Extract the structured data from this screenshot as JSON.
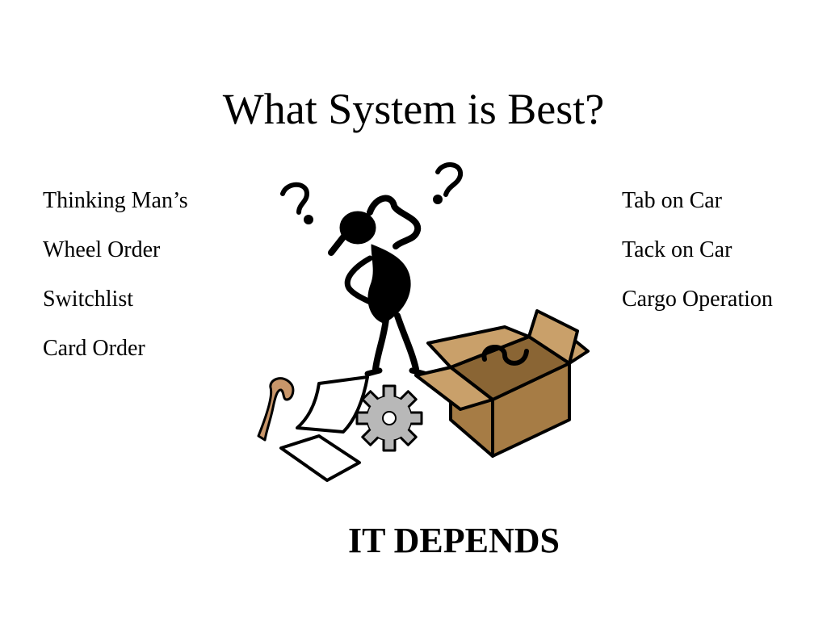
{
  "slide": {
    "title": "What System is Best?",
    "left_list": [
      "Thinking Man’s",
      "Wheel Order",
      "Switchlist",
      "Card Order"
    ],
    "right_list": [
      "Tab on Car",
      "Tack on Car",
      "Cargo Operation"
    ],
    "conclusion": "IT DEPENDS",
    "colors": {
      "background": "#ffffff",
      "text": "#000000",
      "box": "#a67c45",
      "box_flap": "#c9a06a",
      "cane": "#c8966a",
      "gear": "#b8b8b8"
    },
    "illustration_icon": "confused-stick-figure-clipart"
  }
}
